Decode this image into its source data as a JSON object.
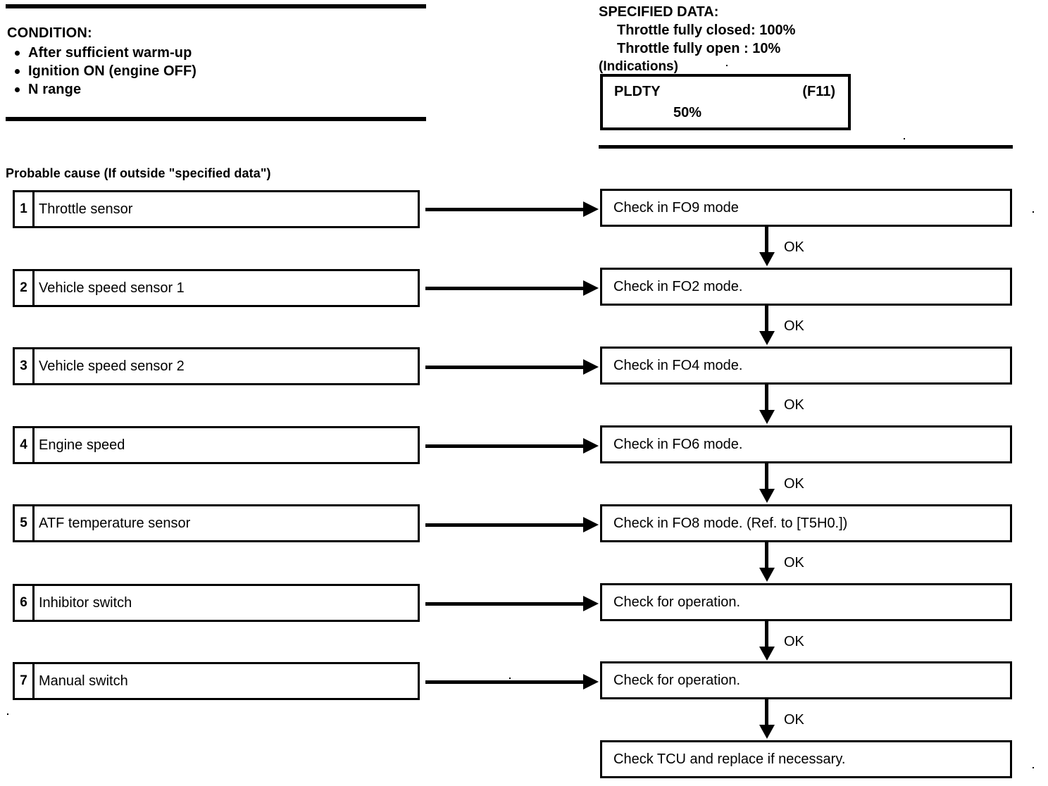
{
  "condition": {
    "title": "CONDITION:",
    "items": [
      "After sufficient warm-up",
      "Ignition ON (engine OFF)",
      "N range"
    ]
  },
  "specified_data": {
    "title": "SPECIFIED DATA:",
    "line_closed": "Throttle fully closed: 100%",
    "line_open": "Throttle fully open : 10%",
    "indications_label": "(Indications)",
    "display": {
      "label": "PLDTY",
      "code": "(F11)",
      "value": "50%"
    }
  },
  "probable_cause": {
    "heading": "Probable cause (If outside \"specified data\")",
    "items": [
      {
        "num": "1",
        "label": "Throttle sensor"
      },
      {
        "num": "2",
        "label": "Vehicle speed sensor 1"
      },
      {
        "num": "3",
        "label": "Vehicle speed sensor 2"
      },
      {
        "num": "4",
        "label": "Engine speed"
      },
      {
        "num": "5",
        "label": "ATF temperature sensor"
      },
      {
        "num": "6",
        "label": "Inhibitor switch"
      },
      {
        "num": "7",
        "label": "Manual switch"
      }
    ]
  },
  "checks": [
    {
      "label": "Check in FO9 mode"
    },
    {
      "label": "Check in FO2 mode."
    },
    {
      "label": "Check in FO4 mode."
    },
    {
      "label": "Check in FO6 mode."
    },
    {
      "label": "Check in FO8 mode. (Ref. to [T5H0.])"
    },
    {
      "label": "Check for operation."
    },
    {
      "label": "Check for operation."
    },
    {
      "label": "Check TCU and replace if necessary."
    }
  ],
  "flow_labels": {
    "ok": "OK",
    "ok_count": 7
  },
  "colors": {
    "ink": "#000000",
    "paper": "#ffffff"
  }
}
